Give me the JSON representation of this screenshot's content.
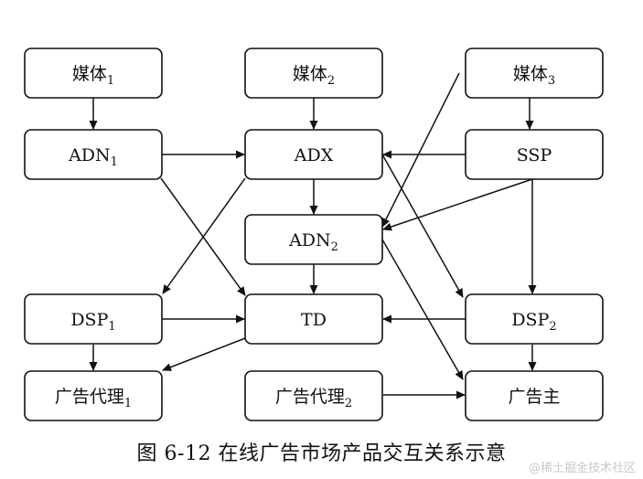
{
  "nodes": [
    {
      "id": "media1",
      "label": "媒体",
      "sub": "1"
    },
    {
      "id": "media2",
      "label": "媒体",
      "sub": "2"
    },
    {
      "id": "media3",
      "label": "媒体",
      "sub": "3"
    },
    {
      "id": "adn1",
      "label": "ADN",
      "sub": "1"
    },
    {
      "id": "adx",
      "label": "ADX",
      "sub": ""
    },
    {
      "id": "ssp",
      "label": "SSP",
      "sub": ""
    },
    {
      "id": "adn2",
      "label": "ADN",
      "sub": "2"
    },
    {
      "id": "dsp1",
      "label": "DSP",
      "sub": "1"
    },
    {
      "id": "td",
      "label": "TD",
      "sub": ""
    },
    {
      "id": "dsp2",
      "label": "DSP",
      "sub": "2"
    },
    {
      "id": "agency1",
      "label": "广告代理",
      "sub": "1"
    },
    {
      "id": "agency2",
      "label": "广告代理",
      "sub": "2"
    },
    {
      "id": "advertiser",
      "label": "广告主",
      "sub": ""
    }
  ],
  "edges": [
    {
      "from": "media1",
      "to": "adn1"
    },
    {
      "from": "media2",
      "to": "adx"
    },
    {
      "from": "media3",
      "to": "ssp"
    },
    {
      "from": "media3",
      "to": "adn2"
    },
    {
      "from": "adn1",
      "to": "adx"
    },
    {
      "from": "adn1",
      "to": "td"
    },
    {
      "from": "adx",
      "to": "adn2"
    },
    {
      "from": "adx",
      "to": "dsp1"
    },
    {
      "from": "adx",
      "to": "dsp2"
    },
    {
      "from": "ssp",
      "to": "adx"
    },
    {
      "from": "ssp",
      "to": "adn2"
    },
    {
      "from": "ssp",
      "to": "dsp2"
    },
    {
      "from": "adn2",
      "to": "td"
    },
    {
      "from": "adn2",
      "to": "advertiser"
    },
    {
      "from": "dsp1",
      "to": "td"
    },
    {
      "from": "dsp1",
      "to": "agency1"
    },
    {
      "from": "td",
      "to": "agency1"
    },
    {
      "from": "dsp2",
      "to": "td"
    },
    {
      "from": "dsp2",
      "to": "advertiser"
    },
    {
      "from": "agency2",
      "to": "advertiser"
    }
  ],
  "caption": "图 6-12  在线广告市场产品交互关系示意",
  "watermark": "@稀土掘金技术社区"
}
